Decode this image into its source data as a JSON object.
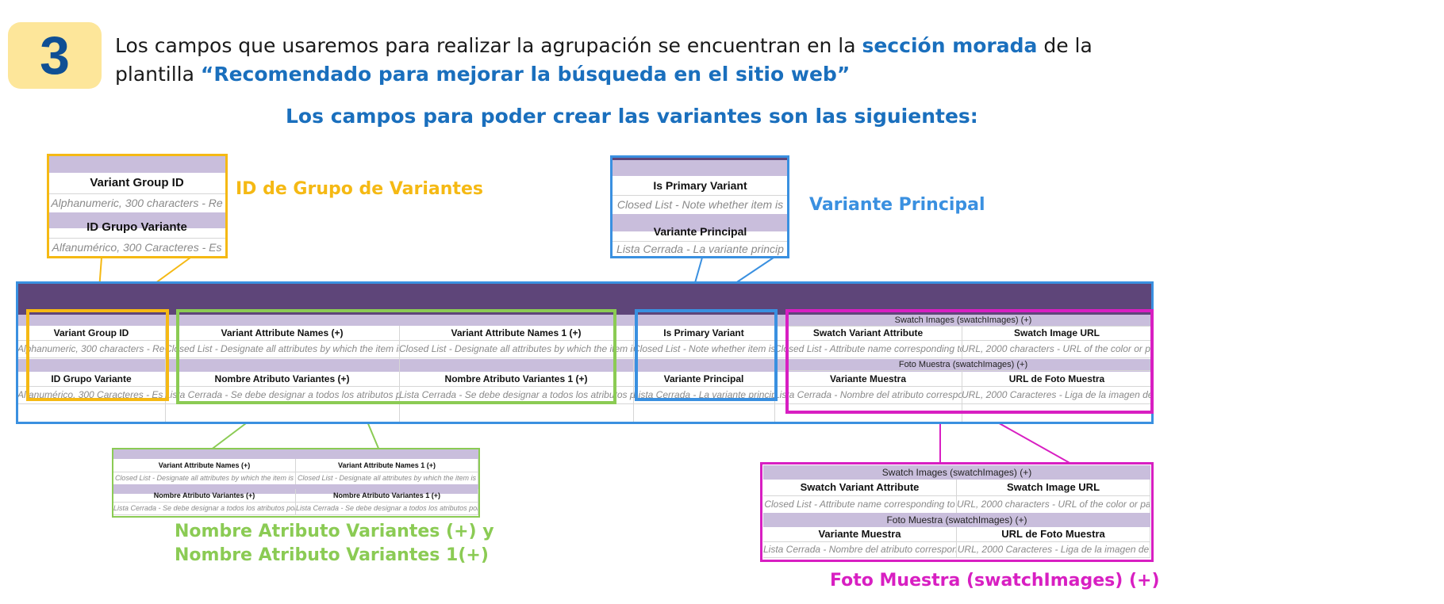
{
  "step_number": "3",
  "intro": {
    "part1": "Los campos que usaremos para realizar la agrupación se encuentran en la ",
    "highlight1": "sección morada",
    "part2": " de la",
    "part3": "plantilla ",
    "highlight2": "“Recomendado para mejorar la búsqueda  en el sitio web”"
  },
  "subtitle": "Los campos para poder crear las variantes son las siguientes:",
  "labels": {
    "group_id": "ID de Grupo de Variantes",
    "primary": "Variante Principal",
    "attr_names_line1": "Nombre Atributo Variantes (+) y",
    "attr_names_line2": "Nombre Atributo Variantes 1(+)",
    "swatch": "Foto Muestra (swatchImages) (+)"
  },
  "sheet": {
    "variant_group_id": "Variant Group ID",
    "variant_group_id_desc": "Alphanumeric, 300 characters - Re",
    "id_grupo_variante": "ID Grupo Variante",
    "id_grupo_variante_desc": "Alfanumérico, 300 Caracteres - Es",
    "attr_names": "Variant Attribute Names (+)",
    "attr_names_desc": "Closed List - Designate all attributes by which the item is",
    "attr_names_1": "Variant Attribute Names 1 (+)",
    "attr_names_1_desc": "Closed List - Designate all attributes by which the item is",
    "nombre_attr": "Nombre Atributo Variantes (+)",
    "nombre_attr_desc": "Lista Cerrada - Se debe designar a todos los atributos por",
    "nombre_attr_1": "Nombre Atributo Variantes 1 (+)",
    "nombre_attr_1_desc": "Lista Cerrada - Se debe designar a todos los atributos por",
    "is_primary": "Is Primary Variant",
    "is_primary_desc": "Closed List - Note whether item is",
    "variante_principal": "Variante Principal",
    "variante_principal_desc": "Lista Cerrada - La variante princip",
    "swatch_images": "Swatch Images (swatchImages) (+)",
    "swatch_variant_attr": "Swatch Variant Attribute",
    "swatch_variant_attr_desc": "Closed List - Attribute name corresponding to",
    "swatch_image_url": "Swatch Image URL",
    "swatch_image_url_desc": "URL, 2000 characters - URL of the color or pa",
    "foto_muestra": "Foto Muestra (swatchImages) (+)",
    "variante_muestra": "Variante Muestra",
    "variante_muestra_desc": "Lista Cerrada - Nombre del atributo correspon",
    "url_foto_muestra": "URL de Foto Muestra",
    "url_foto_muestra_desc": "URL, 2000 Caracteres - Liga de la imagen de"
  },
  "colors": {
    "yellow": "#f5b914",
    "blue": "#3a90e0",
    "green": "#8bcb54",
    "magenta": "#d81fc2",
    "header_purple": "#5e4579",
    "light_purple": "#c9bedc"
  }
}
